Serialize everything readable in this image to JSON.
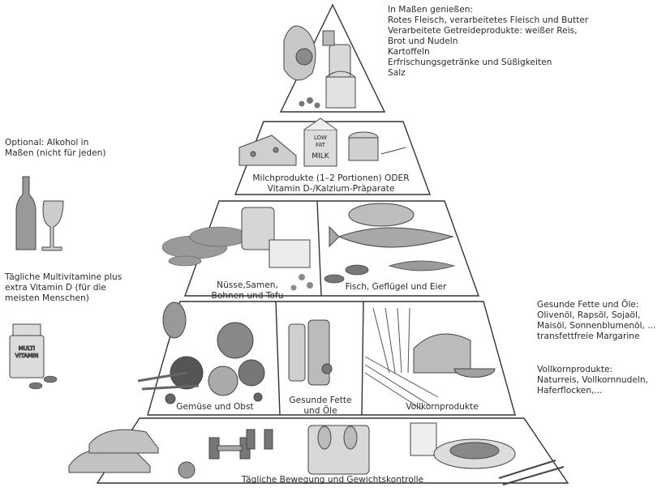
{
  "pyramid": {
    "top_note": [
      "In Maßen genießen:",
      "Rotes Fleisch, verarbeitetes Fleisch und Butter",
      "Verarbeitete Getreideprodukte: weißer Reis,",
      "Brot und Nudeln",
      "Kartoffeln",
      "Erfrischungsgetränke und Süßigkeiten",
      "Salz"
    ],
    "dairy": [
      "Milchprodukte (1–2 Portionen) ODER",
      "Vitamin D-/Kalzium-Präparate"
    ],
    "nuts": [
      "Nüsse,Samen,",
      "Bohnen und Tofu"
    ],
    "fish": "Fisch, Geflügel und Eier",
    "veg": "Gemüse und Obst",
    "oils": [
      "Gesunde Fette",
      "und Öle"
    ],
    "grains": "Vollkornprodukte",
    "base": "Tägliche Bewegung und Gewichtskontrolle",
    "alcohol_note": [
      "Optional: Alkohol in",
      "Maßen (nicht für jeden)"
    ],
    "vitamin_note": [
      "Tägliche Multivitamine plus",
      "extra Vitamin D (für die",
      "meisten Menschen)"
    ],
    "fats_note": [
      "Gesunde Fette und Öle:",
      "Olivenöl, Rapsöl, Sojaöl,",
      "Maisöl, Sonnenblumenöl, ...",
      "transfettfreie Margarine"
    ],
    "whole_note": [
      "Vollkornprodukte:",
      "Naturreis, Vollkornnudeln,",
      "Haferflocken,..."
    ],
    "bottle_label": [
      "MULTI",
      "VITAMIN"
    ],
    "carton_label": [
      "LOW",
      "FAT",
      "MILK"
    ]
  }
}
